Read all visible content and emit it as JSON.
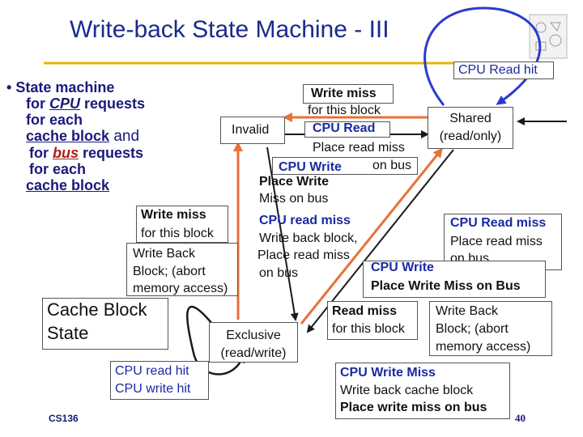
{
  "title": "Write-back State Machine - III",
  "bullet": {
    "l1": "State machine",
    "l2_pre": "for ",
    "l2_cpu": "CPU",
    "l2_post": " requests",
    "l3": "for each",
    "l4_block": "cache block",
    "l4_and": " and",
    "l5_pre": "for ",
    "l5_bus": "bus",
    "l5_post": " requests",
    "l6": "for each",
    "l7": "cache block"
  },
  "states": {
    "invalid": "Invalid",
    "shared_1": "Shared",
    "shared_2": "(read/only)",
    "exclusive_1": "Exclusive",
    "exclusive_2": "(read/write)"
  },
  "labels": {
    "cpu_read_hit": "CPU Read hit",
    "wm_top_1": "Write miss",
    "wm_top_2": "for this block",
    "cpu_read": "CPU Read",
    "place_read_miss": "Place read miss",
    "on_bus": "on bus",
    "cpu_write": "CPU Write",
    "place_write": "Place Write",
    "miss_on_bus": "Miss on bus",
    "cpu_read_miss_mid_1": "CPU read miss",
    "cpu_read_miss_mid_2": "Write back block,",
    "cpu_read_miss_mid_3": "Place read miss",
    "cpu_read_miss_mid_4": "on bus",
    "right_crm_1": "CPU Read miss",
    "right_crm_2": "Place read miss",
    "right_crm_3": "on bus",
    "right_cw_1": "CPU Write",
    "right_cw_2": "Place Write Miss on Bus",
    "wm_left_1": "Write miss",
    "wm_left_2": "for this block",
    "wb_left_1": "Write Back",
    "wb_left_2": "Block; (abort",
    "wb_left_3": "memory access)",
    "cache_block_state_1": "Cache Block",
    "cache_block_state_2": "State",
    "rm_this_1": "Read miss",
    "rm_this_2": "for this block",
    "wb_right_1": "Write Back",
    "wb_right_2": "Block; (abort",
    "wb_right_3": "memory access)",
    "cpu_hits_1": "CPU read hit",
    "cpu_hits_2": "CPU write hit",
    "cpu_write_miss_1": "CPU Write Miss",
    "cpu_write_miss_2": "Write back cache block",
    "cpu_write_miss_3": "Place write miss on bus"
  },
  "footer": {
    "course": "CS136",
    "page": "40"
  },
  "colors": {
    "bus_arrow": "#e8703a",
    "cpu_arrow": "#1a1a1a",
    "loop_arrow": "#2a3ad0",
    "title": "#1a2a8c"
  }
}
